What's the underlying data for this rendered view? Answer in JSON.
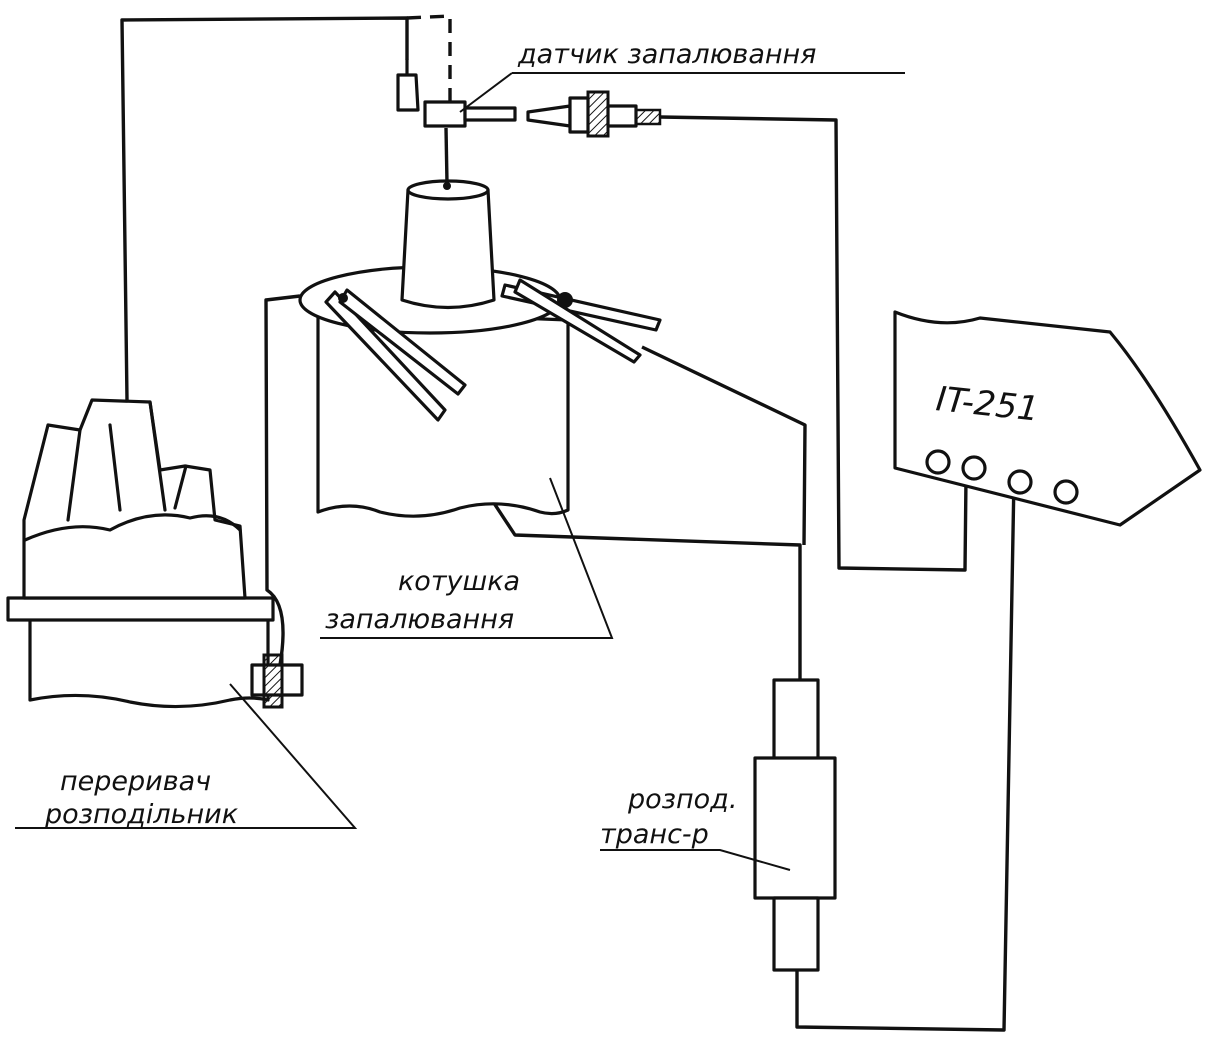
{
  "labels": {
    "ignition_sensor": "датчик запалювання",
    "ignition_coil_line1": "котушка",
    "ignition_coil_line2": "запалювання",
    "distributor_line1": "переривач",
    "distributor_line2": "розподільник",
    "transformer_line1": "розпод.",
    "transformer_line2": "транс-р",
    "device": "IT-251"
  }
}
